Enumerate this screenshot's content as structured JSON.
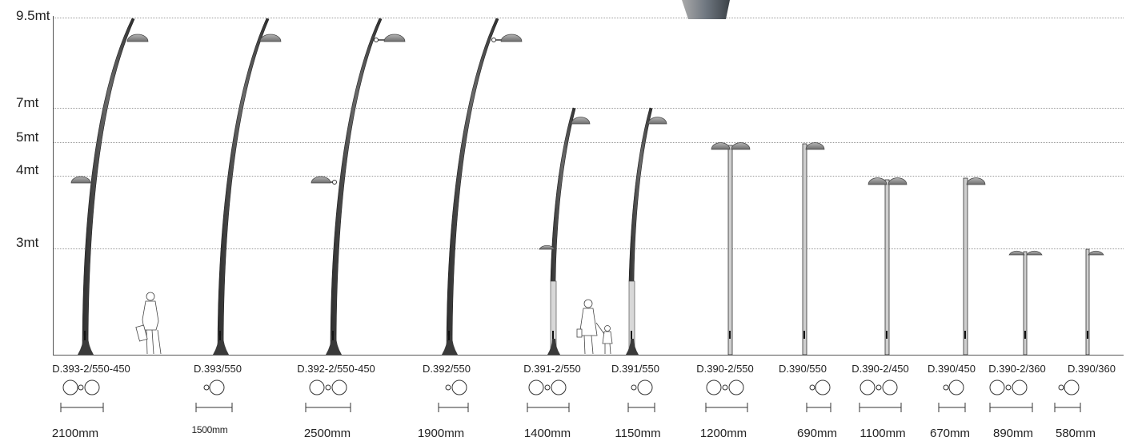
{
  "height_levels": [
    "9.5mt",
    "7mt",
    "5mt",
    "4mt",
    "3mt"
  ],
  "poles": [
    {
      "model": "D.393-2/550-450",
      "width": "2100mm",
      "heads": 2
    },
    {
      "model": "D.393/550",
      "width": "1500mm",
      "heads": 1
    },
    {
      "model": "D.392-2/550-450",
      "width": "2500mm",
      "heads": 2
    },
    {
      "model": "D.392/550",
      "width": "1900mm",
      "heads": 1
    },
    {
      "model": "D.391-2/550",
      "width": "1400mm",
      "heads": 2
    },
    {
      "model": "D.391/550",
      "width": "1150mm",
      "heads": 1
    },
    {
      "model": "D.390-2/550",
      "width": "1200mm",
      "heads": 2
    },
    {
      "model": "D.390/550",
      "width": "690mm",
      "heads": 1
    },
    {
      "model": "D.390-2/450",
      "width": "1100mm",
      "heads": 2
    },
    {
      "model": "D.390/450",
      "width": "670mm",
      "heads": 1
    },
    {
      "model": "D.390-2/360",
      "width": "890mm",
      "heads": 2
    },
    {
      "model": "D.390/360",
      "width": "580mm",
      "heads": 1
    }
  ],
  "colors": {
    "pole": "#4a4a4a",
    "pole_light": "#9a9a9a",
    "lamp": "#8c8c8c",
    "gridline": "#9a9a9a"
  }
}
